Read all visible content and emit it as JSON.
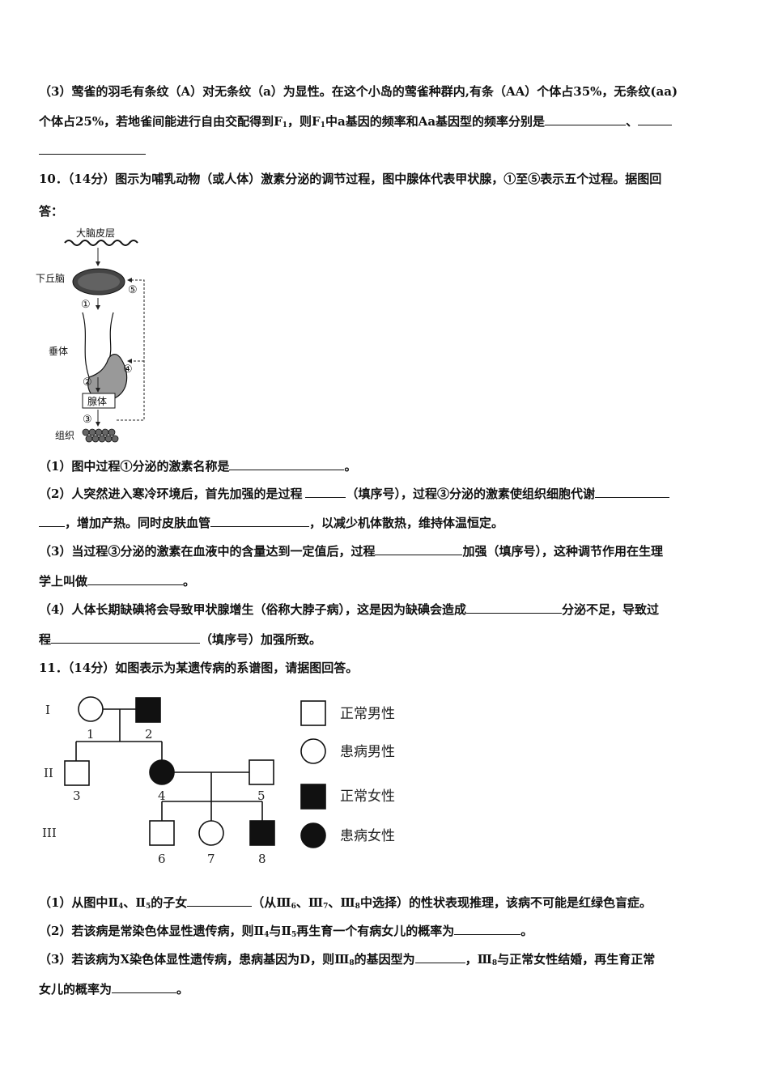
{
  "q9": {
    "sub3_l1": "（3）莺雀的羽毛有条纹（A）对无条纹（a）为显性。在这个小岛的莺雀种群内,有条（AA）个体占35%，无条纹(aa)",
    "sub3_l2a": "个体占25%，若地雀间能进行自由交配得到F",
    "sub3_l2b": "，则F",
    "sub3_l2c": "中a基因的频率和Aa基因型的频率分别是",
    "sep": "、",
    "sub_1": "1"
  },
  "q10": {
    "header_l1": "10．（14分）图示为哺乳动物（或人体）激素分泌的调节过程，图中腺体代表甲状腺，①至⑤表示五个过程。据图回",
    "header_l2": "答：",
    "diagram": {
      "cortex": "大脑皮层",
      "hypothalamus": "下丘脑",
      "pituitary": "垂体",
      "gland": "腺体",
      "tissue": "组织",
      "p1": "①",
      "p2": "②",
      "p3": "③",
      "p4": "④",
      "p5": "⑤"
    },
    "s1a": "（1）图中过程①分泌的激素名称是",
    "s1b": "。",
    "s2a": "（2）人突然进入寒冷环境后，首先加强的是过程",
    "s2b": "（填序号），过程③分泌的激素使组织细胞代谢",
    "s2c": "，增加产热。同时皮肤血管",
    "s2d": "，以减少机体散热，维持体温恒定。",
    "s3a": "（3）当过程③分泌的激素在血液中的含量达到一定值后，过程",
    "s3b": "加强（填序号），这种调节作用在生理",
    "s3c": "学上叫做",
    "s3d": "。",
    "s4a": "（4）人体长期缺碘将会导致甲状腺增生（俗称大脖子病），这是因为缺碘会造成",
    "s4b": "分泌不足，导致过",
    "s4c": "程",
    "s4d": "（填序号）加强所致。"
  },
  "q11": {
    "header": "11．（14分）如图表示为某遗传病的系谱图，请据图回答。",
    "pedigree": {
      "gen1": "I",
      "gen2": "II",
      "gen3": "III",
      "n1": "1",
      "n2": "2",
      "n3": "3",
      "n4": "4",
      "n5": "5",
      "n6": "6",
      "n7": "7",
      "n8": "8",
      "legend": [
        "正常男性",
        "患病男性",
        "正常女性",
        "患病女性"
      ]
    },
    "s1a": "（1）从图中Ⅱ",
    "s1b": "、Ⅱ",
    "s1c": "的子女",
    "s1d": "（从Ⅲ",
    "s1e": "、Ⅲ",
    "s1f": "、Ⅲ",
    "s1g": "中选择）的性状表现推理，该病不可能是红绿色盲症。",
    "s2a": "（2）若该病是常染色体显性遗传病，则Ⅱ",
    "s2b": "与Ⅱ",
    "s2c": "再生育一个有病女儿的概率为",
    "s2d": "。",
    "s3a": "（3）若该病为X染色体显性遗传病，患病基因为D，则Ⅲ",
    "s3b": "的基因型为",
    "s3c": "，Ⅲ",
    "s3d": "与正常女性结婚，再生育正常",
    "s3e": "女儿的概率为",
    "s3f": "。",
    "sub4": "4",
    "sub5": "5",
    "sub6": "6",
    "sub7": "7",
    "sub8": "8"
  }
}
